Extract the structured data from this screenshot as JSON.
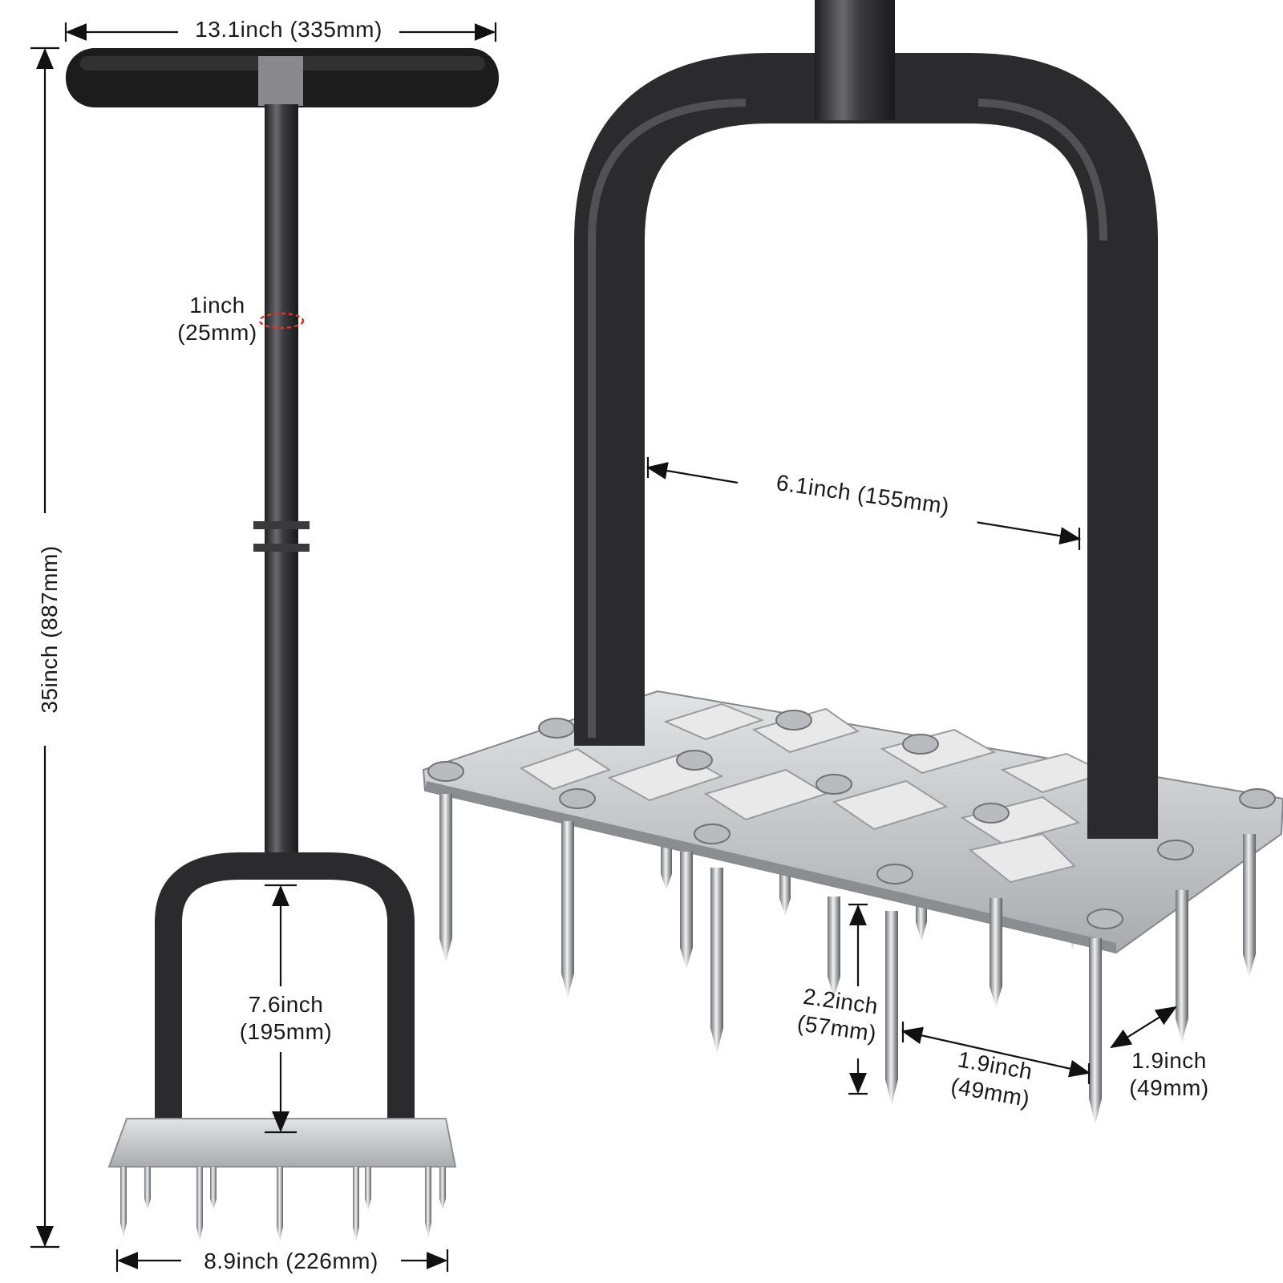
{
  "dimensions": {
    "handle_width": "13.1inch (335mm)",
    "total_height": "35inch (887mm)",
    "shaft_diameter_in": "1inch",
    "shaft_diameter_mm": "(25mm)",
    "fork_height_in": "7.6inch",
    "fork_height_mm": "(195mm)",
    "base_width": "8.9inch (226mm)",
    "fork_inner_width": "6.1inch (155mm)",
    "spike_length_in": "2.2inch",
    "spike_length_mm": "(57mm)",
    "spike_spacing_row_in": "1.9inch",
    "spike_spacing_row_mm": "(49mm)",
    "spike_spacing_col_in": "1.9inch",
    "spike_spacing_col_mm": "(49mm)"
  },
  "colors": {
    "steel_dark": "#2b2b2e",
    "steel_hammer": "#4a4a4e",
    "plate": "#c9cbcd",
    "grip": "#1c1c1c",
    "accent_dashed": "#d9342b"
  }
}
